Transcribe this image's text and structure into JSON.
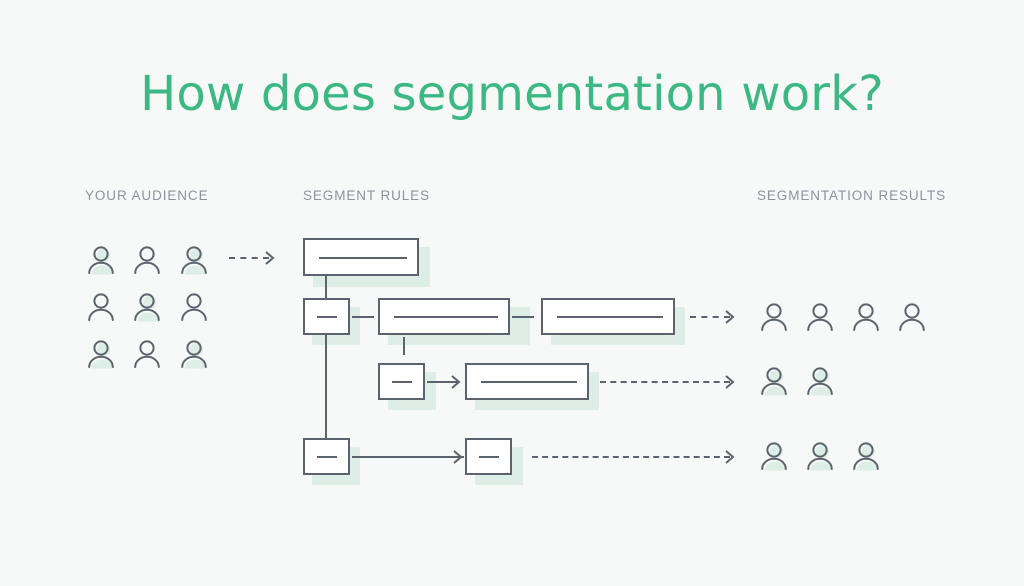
{
  "page": {
    "background_color": "#f7f9f8",
    "title": "How does segmentation work?",
    "title_color": "#3cb883"
  },
  "columns": {
    "audience_label": "YOUR AUDIENCE",
    "rules_label": "SEGMENT RULES",
    "results_label": "SEGMENTATION RESULTS",
    "label_color": "#8d939b"
  },
  "palette": {
    "stroke": "#5c636e",
    "mint_shadow": "#dceee6",
    "node_fill": "#ffffff",
    "accent_green": "#3cb883"
  },
  "audience": {
    "rows": [
      {
        "count": 3,
        "highlighted": [
          0,
          2
        ]
      },
      {
        "count": 3,
        "highlighted": [
          1
        ]
      },
      {
        "count": 3,
        "highlighted": [
          0,
          2
        ]
      }
    ],
    "total_people": 9
  },
  "flow": {
    "connector_from_audience": {
      "style": "dashed",
      "arrow": true
    },
    "nodes": [
      {
        "id": "root",
        "row": 1,
        "kind": "wide",
        "label_bar": true,
        "shadow": true
      },
      {
        "id": "rule-1a",
        "row": 2,
        "kind": "small",
        "label_bar": true,
        "shadow": true
      },
      {
        "id": "rule-1b",
        "row": 2,
        "kind": "wide",
        "label_bar": true,
        "shadow": true
      },
      {
        "id": "rule-1c",
        "row": 2,
        "kind": "wide",
        "label_bar": true,
        "shadow": true
      },
      {
        "id": "rule-2a",
        "row": 3,
        "kind": "small",
        "label_bar": true,
        "shadow": true
      },
      {
        "id": "rule-2b",
        "row": 3,
        "kind": "wide",
        "label_bar": true,
        "shadow": true
      },
      {
        "id": "rule-3a",
        "row": 4,
        "kind": "small",
        "label_bar": true,
        "shadow": true
      },
      {
        "id": "rule-3b",
        "row": 4,
        "kind": "small",
        "label_bar": true,
        "shadow": true
      }
    ],
    "output_connectors": [
      {
        "from_row": 2,
        "style": "dashed",
        "arrow": true
      },
      {
        "from_row": 3,
        "style": "dashed",
        "arrow": true
      },
      {
        "from_row": 4,
        "style": "dashed",
        "arrow": true
      }
    ]
  },
  "results": {
    "groups": [
      {
        "row": 1,
        "count": 4,
        "highlighted": []
      },
      {
        "row": 2,
        "count": 2,
        "highlighted": [
          0,
          1
        ]
      },
      {
        "row": 3,
        "count": 3,
        "highlighted": [
          0,
          1,
          2
        ]
      }
    ],
    "total_people": 9
  }
}
